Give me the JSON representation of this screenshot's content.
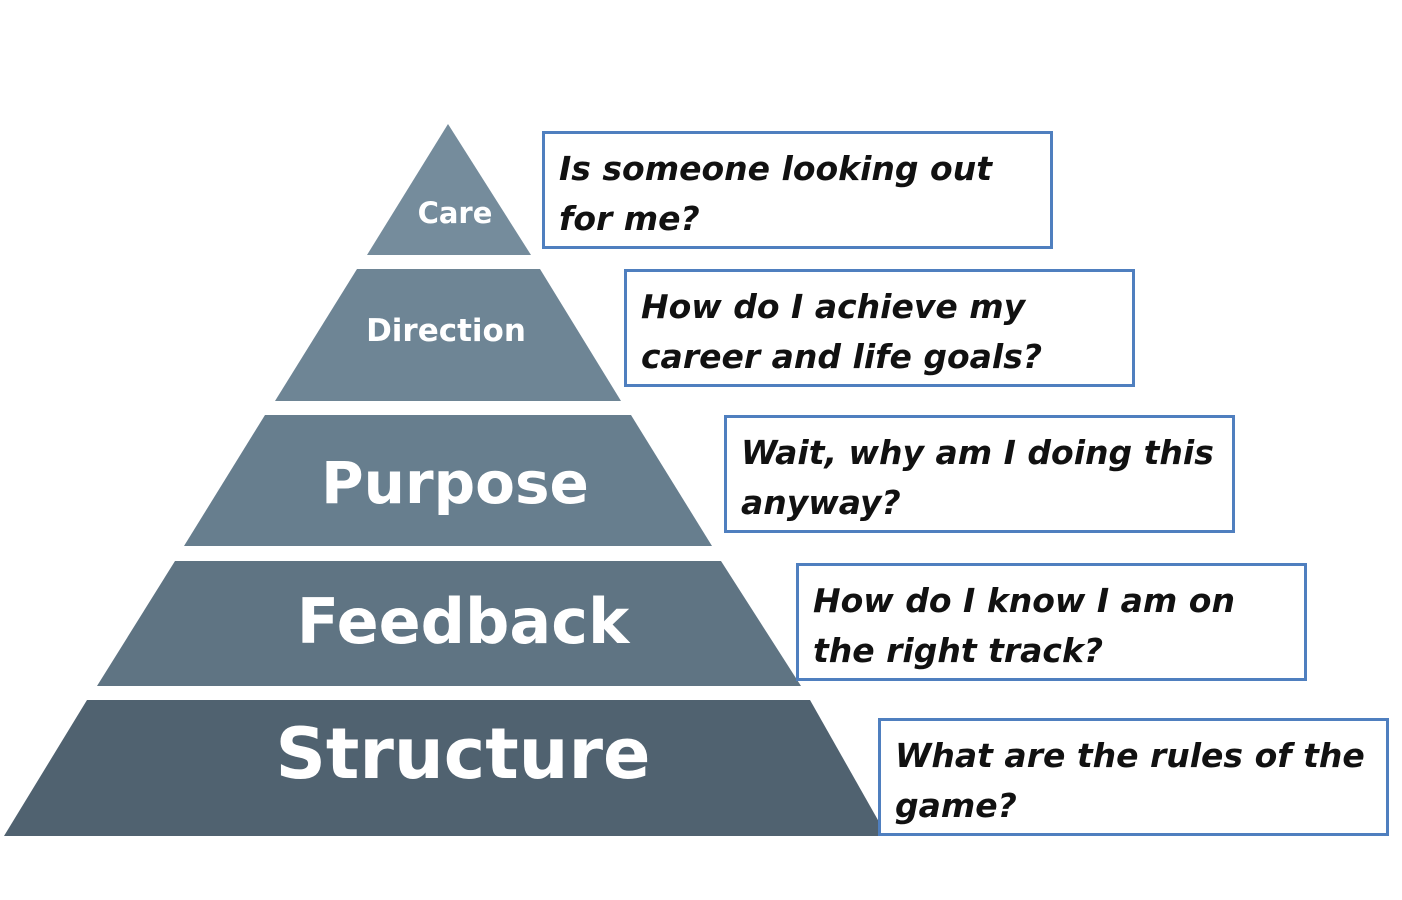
{
  "colors": {
    "care": "#758c9c",
    "direction": "#6e8595",
    "purpose": "#677e8e",
    "feedback": "#5f7483",
    "structure": "#506270",
    "box_border": "#4f7fbf"
  },
  "tiers": [
    {
      "id": "care",
      "label": "Care",
      "question": "Is someone looking out for me?"
    },
    {
      "id": "direction",
      "label": "Direction",
      "question": "How do I achieve my career and life goals?"
    },
    {
      "id": "purpose",
      "label": "Purpose",
      "question": "Wait, why am I doing this anyway?"
    },
    {
      "id": "feedback",
      "label": "Feedback",
      "question": "How do I know I am on the right track?"
    },
    {
      "id": "structure",
      "label": "Structure",
      "question": "What are the rules of the game?"
    }
  ]
}
